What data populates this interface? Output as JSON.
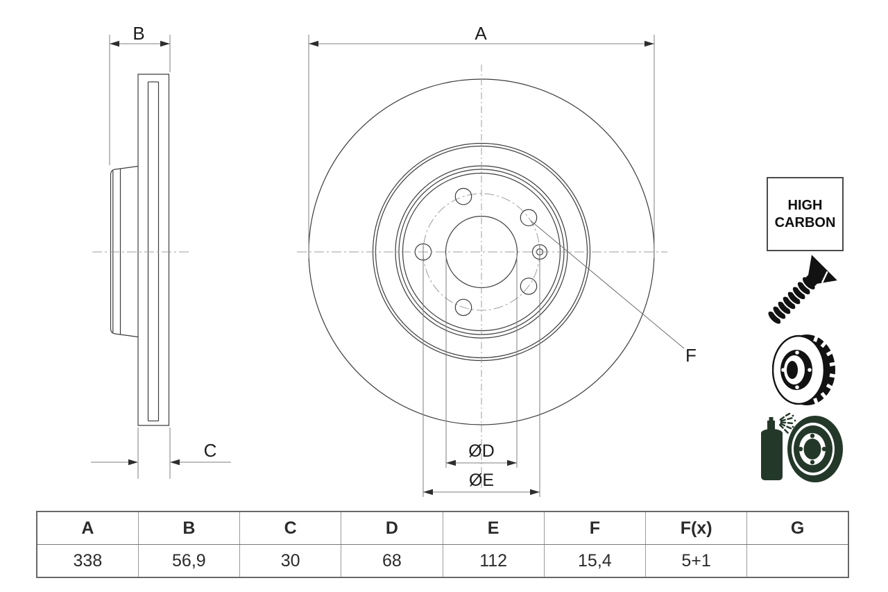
{
  "drawing": {
    "labels": {
      "a": "A",
      "b": "B",
      "c": "C",
      "f": "F",
      "dia_d": "ØD",
      "dia_e": "ØE"
    },
    "views": [
      "side-section-view",
      "front-view"
    ],
    "features": {
      "bolt_holes": 5,
      "set_screw_holes": 1
    }
  },
  "badge": {
    "line1": "HIGH",
    "line2": "CARBON"
  },
  "icons": {
    "screw": "countersunk-screw-icon",
    "disc": "vented-brake-disc-icon",
    "spray": "anti-corrosion-coating-spray-icon"
  },
  "colors": {
    "background": "#ffffff",
    "object_line": "#3c3c3c",
    "dimension_line": "#7c7c7c",
    "centerline": "#9d9d9d",
    "icon_black": "#121212",
    "icon_green": "#243829",
    "table_border": "#9a9a9a",
    "text": "#1b1b1b"
  },
  "table": {
    "headers": [
      "A",
      "B",
      "C",
      "D",
      "E",
      "F",
      "F(x)",
      "G"
    ],
    "values": [
      "338",
      "56,9",
      "30",
      "68",
      "112",
      "15,4",
      "5+1",
      ""
    ]
  }
}
